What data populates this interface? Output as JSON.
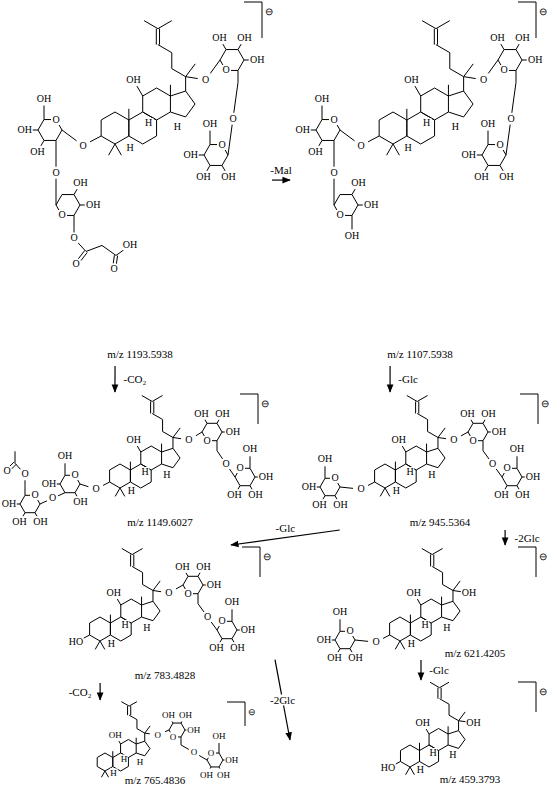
{
  "diagram": {
    "nodes": [
      {
        "text": [
          "m/z 1193.5938",
          "⊖",
          "OH",
          "H",
          "H",
          "H",
          "O",
          "O",
          "O",
          "OH",
          "OH",
          "OH",
          "O",
          "O",
          "OH",
          "OH",
          "O",
          "O",
          "O",
          "OH",
          "O",
          "OH",
          "OH",
          "OH",
          "O",
          "O",
          "OH",
          "OH",
          "OH",
          "OH"
        ]
      },
      {
        "text": [
          "m/z 1107.5938",
          "⊖",
          "OH",
          "H",
          "H",
          "H",
          "O",
          "O",
          "O",
          "OH",
          "OH",
          "OH",
          "O",
          "O",
          "OH",
          "OH",
          "OH",
          "O",
          "OH",
          "OH",
          "OH",
          "O",
          "O",
          "OH",
          "OH",
          "OH",
          "OH"
        ]
      },
      {
        "text": [
          "m/z 1149.6027",
          "⊖",
          "OH",
          "H",
          "H",
          "H",
          "O",
          "O",
          "O",
          "OH",
          "OH",
          "OH",
          "O",
          "O",
          "OH",
          "OH",
          "OH",
          "O",
          "O",
          "O",
          "OH",
          "OH",
          "OH",
          "O",
          "O",
          "OH",
          "OH",
          "OH",
          "OH"
        ]
      },
      {
        "text": [
          "m/z 945.5364",
          "⊖",
          "OH",
          "H",
          "H",
          "H",
          "O",
          "O",
          "O",
          "OH",
          "OH",
          "OH",
          "OH",
          "O",
          "OH",
          "OH",
          "OH",
          "O",
          "O",
          "OH",
          "OH",
          "OH",
          "OH"
        ]
      },
      {
        "text": [
          "m/z 783.4828",
          "⊖",
          "OH",
          "H",
          "H",
          "H",
          "HO",
          "O",
          "O",
          "OH",
          "OH",
          "OH",
          "O",
          "O",
          "OH",
          "OH",
          "OH",
          "OH"
        ]
      },
      {
        "text": [
          "m/z 621.4205",
          "⊖",
          "OH",
          "H",
          "H",
          "H",
          "O",
          "OH",
          "O",
          "OH",
          "OH",
          "OH",
          "OH"
        ]
      },
      {
        "text": [
          "m/z 765.4836",
          "⊖",
          "OH",
          "H",
          "H",
          "H",
          "O",
          "O",
          "OH",
          "OH",
          "OH",
          "O",
          "O",
          "OH",
          "OH",
          "OH",
          "OH"
        ]
      },
      {
        "text": [
          "m/z 459.3793",
          "⊖",
          "OH",
          "H",
          "H",
          "H",
          "HO",
          "OH"
        ]
      }
    ],
    "edges": [
      {
        "from": 0,
        "to": 1,
        "arrow": "to",
        "label": "-Mal"
      },
      {
        "from": 0,
        "to": 2,
        "arrow": "to",
        "label": "-CO₂"
      },
      {
        "from": 1,
        "to": 3,
        "arrow": "to",
        "label": "-Glc"
      },
      {
        "from": 3,
        "to": 4,
        "arrow": "to",
        "label": "-Glc"
      },
      {
        "from": 3,
        "to": 5,
        "arrow": "to",
        "label": "-2Glc"
      },
      {
        "from": 4,
        "to": 6,
        "arrow": "to",
        "label": "-CO₂"
      },
      {
        "from": 4,
        "to": 7,
        "arrow": "to",
        "label": "-2Glc"
      },
      {
        "from": 5,
        "to": 7,
        "arrow": "to",
        "label": "-Glc"
      }
    ]
  }
}
